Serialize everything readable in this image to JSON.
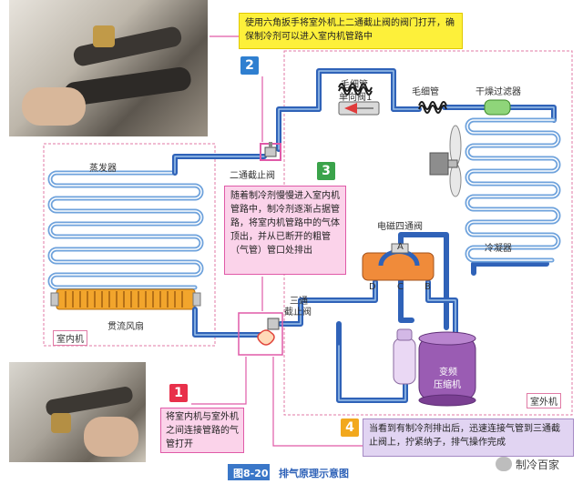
{
  "labels": {
    "evaporator": "蒸发器",
    "indoor_unit": "室内机",
    "crossflow_fan": "贯流风扇",
    "two_way_valve": "二通截止阀",
    "three_way_valve_line1": "三通",
    "three_way_valve_line2": "截止阀",
    "capillary_1": "毛细管",
    "check_valve": "单向阀1",
    "capillary_2": "毛细管",
    "dryer_filter": "干燥过滤器",
    "condenser": "冷凝器",
    "solenoid_valve": "电磁四通阀",
    "port_a": "A",
    "port_b": "B",
    "port_c": "C",
    "port_d": "D",
    "compressor_line1": "变频",
    "compressor_line2": "压缩机",
    "outdoor_unit": "室外机"
  },
  "steps": [
    {
      "number": "1",
      "text": "将室内机与室外机之间连接管路的气管打开"
    },
    {
      "number": "2",
      "text": "使用六角扳手将室外机上二通截止阀的阀门打开，确保制冷剂可以进入室内机管路中"
    },
    {
      "number": "3",
      "text": "随着制冷剂慢慢进入室内机管路中，制冷剂逐渐占据管路，将室内机管路中的气体顶出，并从已断开的粗管（气管）管口处排出"
    },
    {
      "number": "4",
      "text": "当看到有制冷剂排出后，迅速连接气管到三通截止阀上，拧紧纳子，排气操作完成"
    }
  ],
  "caption": {
    "figure": "图8-20",
    "title": "排气原理示意图"
  },
  "watermark": "制冷百家",
  "colors": {
    "pipe_blue": "#2f62b8",
    "pipe_light": "#9ec3ea",
    "badge_red": "#e8304a",
    "badge_blue": "#2f7fd0",
    "badge_green": "#3aa34a",
    "badge_yellow": "#f2a81d",
    "note_yellow": "#fdf03a",
    "note_pink": "#fbd3ea",
    "note_lavender": "#e1d4f2",
    "connector_pink": "#e05aa8"
  },
  "icons": [
    "wrench-photo",
    "valve-icon",
    "fan-icon",
    "compressor-icon",
    "wechat-icon"
  ]
}
